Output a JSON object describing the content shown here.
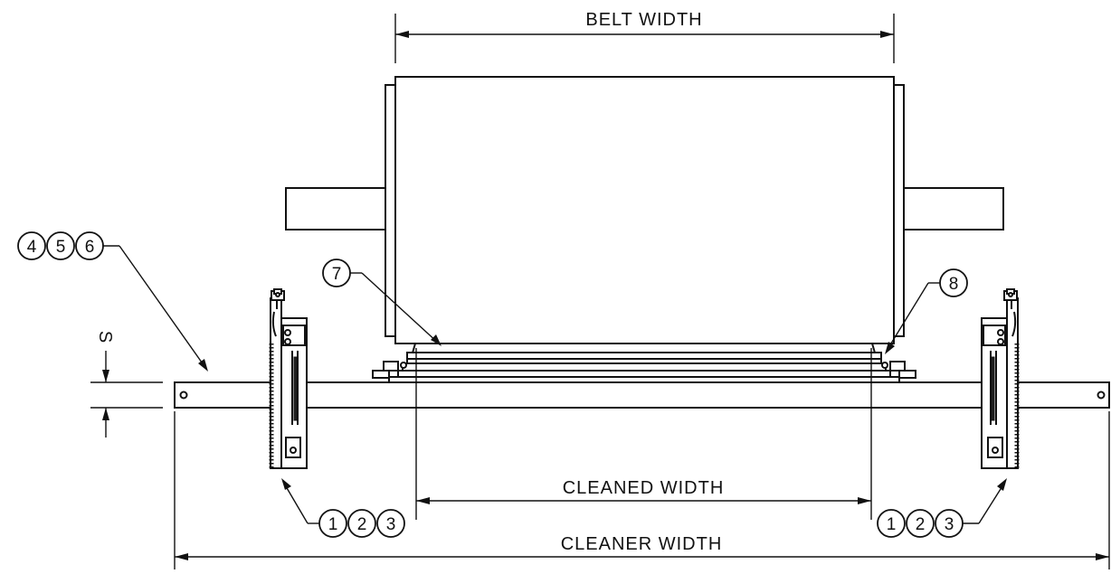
{
  "labels": {
    "belt_width": "BELT WIDTH",
    "cleaned_width": "CLEANED WIDTH",
    "cleaner_width": "CLEANER WIDTH",
    "s": "S"
  },
  "callouts": {
    "group_left_top": [
      "4",
      "5",
      "6"
    ],
    "item_7": "7",
    "item_8": "8",
    "group_bottom_left": [
      "1",
      "2",
      "3"
    ],
    "group_bottom_right": [
      "1",
      "2",
      "3"
    ]
  }
}
